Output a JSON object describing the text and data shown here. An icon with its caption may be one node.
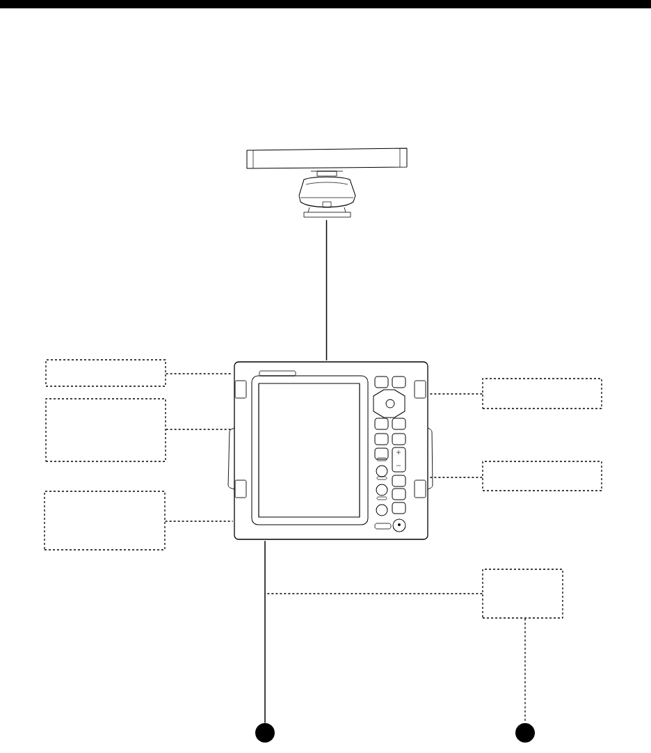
{
  "diagram": {
    "nodes": [
      {
        "text": [],
        "shape": "picture"
      },
      {
        "text": [],
        "shape": "picture"
      },
      {
        "text": [],
        "shape": "box"
      },
      {
        "text": [],
        "shape": "box"
      },
      {
        "text": [],
        "shape": "box"
      },
      {
        "text": [],
        "shape": "box"
      },
      {
        "text": [],
        "shape": "box"
      },
      {
        "text": [],
        "shape": "box"
      },
      {
        "text": [],
        "shape": "circle"
      },
      {
        "text": [],
        "shape": "circle"
      }
    ],
    "edges": [
      {
        "from": 0,
        "to": 1,
        "arrow": "none"
      },
      {
        "from": 2,
        "to": 1,
        "arrow": "none",
        "style": "dashed"
      },
      {
        "from": 3,
        "to": 1,
        "arrow": "none",
        "style": "dashed"
      },
      {
        "from": 4,
        "to": 1,
        "arrow": "none",
        "style": "dashed"
      },
      {
        "from": 5,
        "to": 1,
        "arrow": "none",
        "style": "dashed"
      },
      {
        "from": 6,
        "to": 1,
        "arrow": "none",
        "style": "dashed"
      },
      {
        "from": 1,
        "to": 8,
        "arrow": "none"
      },
      {
        "from": 7,
        "to": null,
        "arrow": "none",
        "style": "dashed"
      },
      {
        "from": 7,
        "to": 9,
        "arrow": "none",
        "style": "dashed"
      }
    ]
  }
}
